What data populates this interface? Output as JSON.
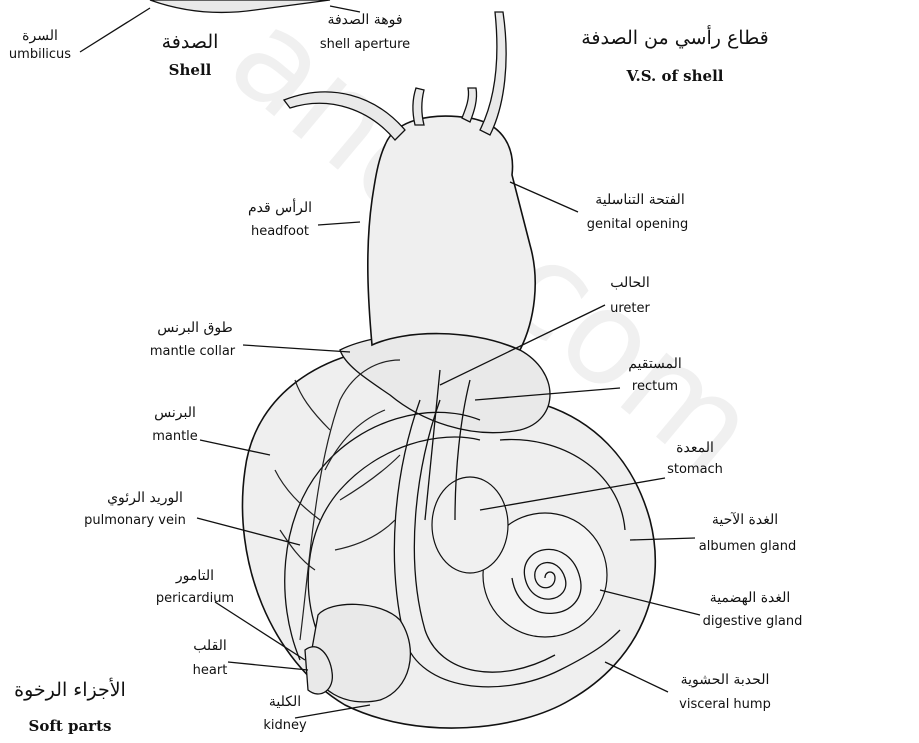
{
  "headings": {
    "vs_ar": "قطاع رأسي من الصدفة",
    "vs_en": "V.S. of shell",
    "shell_ar": "الصدفة",
    "shell_en": "Shell",
    "soft_ar": "الأجزاء الرخوة",
    "soft_en": "Soft parts"
  },
  "labels": {
    "umbilicus": {
      "ar": "السرة",
      "en": "umbilicus"
    },
    "shell_aperture": {
      "ar": "فوهة الصدفة",
      "en": "shell aperture"
    },
    "headfoot": {
      "ar": "الرأس قدم",
      "en": "headfoot"
    },
    "genital_opening": {
      "ar": "الفتحة التناسلية",
      "en": "genital opening"
    },
    "ureter": {
      "ar": "الحالب",
      "en": "ureter"
    },
    "mantle_collar": {
      "ar": "طوق البرنس",
      "en": "mantle collar"
    },
    "rectum": {
      "ar": "المستقيم",
      "en": "rectum"
    },
    "mantle": {
      "ar": "البرنس",
      "en": "mantle"
    },
    "stomach": {
      "ar": "المعدة",
      "en": "stomach"
    },
    "pulmonary_vein": {
      "ar": "الوريد الرئوي",
      "en": "pulmonary vein"
    },
    "albumen_gland": {
      "ar": "الغدة الآحية",
      "en": "albumen gland"
    },
    "pericardium": {
      "ar": "التامور",
      "en": "pericardium"
    },
    "digestive_gland": {
      "ar": "الغدة الهضمية",
      "en": "digestive gland"
    },
    "heart": {
      "ar": "القلب",
      "en": "heart"
    },
    "visceral_hump": {
      "ar": "الحدبة الحشوية",
      "en": "visceral hump"
    },
    "kidney": {
      "ar": "الكلية",
      "en": "kidney"
    }
  },
  "watermark": "andc.com"
}
